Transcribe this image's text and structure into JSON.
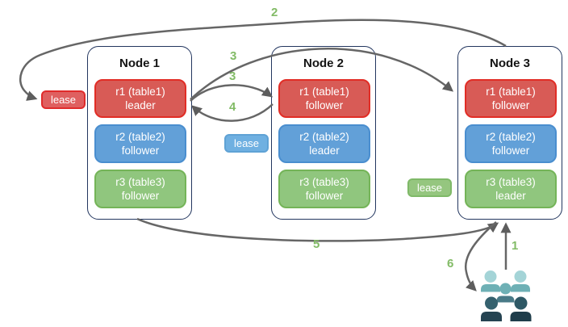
{
  "diagram_title": "replica leaseholder / raft flow diagram",
  "palette": {
    "red_fill": "#d85b56",
    "red_border": "#e12d26",
    "blue_fill": "#62a0d8",
    "blue_border": "#4a8ecf",
    "green_fill": "#90c67e",
    "green_border": "#74b458",
    "node_border": "#23365f",
    "arrow_gray": "#666666",
    "step_label_green": "#82bb66",
    "users_light_teal": "#a4d4d7",
    "users_medium_teal": "#6eb0b5",
    "users_slate": "#497a87",
    "users_dark_head": "#35616e",
    "users_dark_body": "#254351"
  },
  "nodes": [
    {
      "title": "Node 1",
      "replicas": [
        {
          "name": "r1 (table1)",
          "role": "leader",
          "color": "red"
        },
        {
          "name": "r2 (table2)",
          "role": "follower",
          "color": "blue"
        },
        {
          "name": "r3 (table3)",
          "role": "follower",
          "color": "green"
        }
      ]
    },
    {
      "title": "Node 2",
      "replicas": [
        {
          "name": "r1 (table1)",
          "role": "follower",
          "color": "red"
        },
        {
          "name": "r2 (table2)",
          "role": "leader",
          "color": "blue"
        },
        {
          "name": "r3 (table3)",
          "role": "follower",
          "color": "green"
        }
      ]
    },
    {
      "title": "Node 3",
      "replicas": [
        {
          "name": "r1 (table1)",
          "role": "follower",
          "color": "red"
        },
        {
          "name": "r2 (table2)",
          "role": "follower",
          "color": "blue"
        },
        {
          "name": "r3 (table3)",
          "role": "leader",
          "color": "green"
        }
      ]
    }
  ],
  "leases": [
    {
      "label": "lease",
      "color": "red"
    },
    {
      "label": "lease",
      "color": "blue"
    },
    {
      "label": "lease",
      "color": "green"
    }
  ],
  "steps": [
    {
      "text": "2"
    },
    {
      "text": "3"
    },
    {
      "text": "3"
    },
    {
      "text": "4"
    },
    {
      "text": "5"
    },
    {
      "text": "6"
    },
    {
      "text": "1"
    }
  ],
  "icons": [
    {
      "name": "users-icon",
      "description": "group of five people"
    }
  ]
}
